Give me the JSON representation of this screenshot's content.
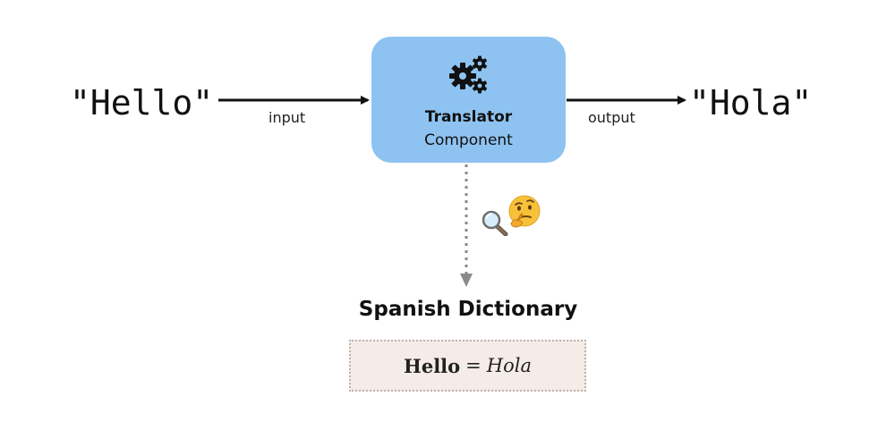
{
  "flow": {
    "input_text": "\"Hello\"",
    "input_label": "input",
    "output_text": "\"Hola\"",
    "output_label": "output"
  },
  "translator": {
    "icon": "gears-icon",
    "title": "Translator",
    "subtitle": "Component",
    "fill_color": "#8ec3f1"
  },
  "lookup": {
    "icons": [
      "magnifier-icon",
      "thinking-face-icon"
    ]
  },
  "dictionary": {
    "title": "Spanish Dictionary",
    "entry_word": "Hello",
    "entry_separator": "=",
    "entry_translation": "Hola",
    "fill_color": "#f6ece7"
  }
}
